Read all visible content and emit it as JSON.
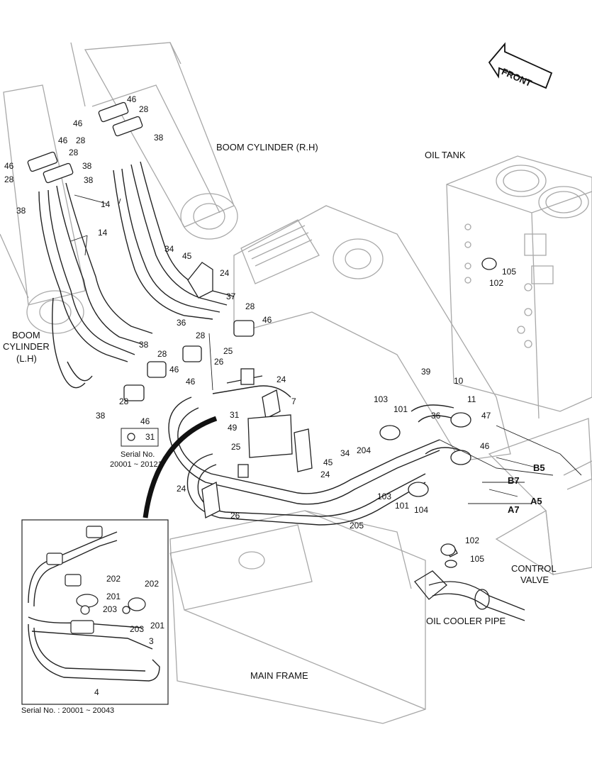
{
  "headings": {
    "boom_rh": "BOOM CYLINDER (R.H)",
    "boom_lh_1": "BOOM",
    "boom_lh_2": "CYLINDER",
    "boom_lh_3": "(L.H)",
    "oil_tank": "OIL TANK",
    "control_valve_1": "CONTROL",
    "control_valve_2": "VALVE",
    "oil_cooler_pipe": "OIL COOLER PIPE",
    "main_frame": "MAIN FRAME",
    "front": "FRONT"
  },
  "ports": {
    "b5": "B5",
    "b7": "B7",
    "a5": "A5",
    "a7": "A7"
  },
  "serials": {
    "serial_label": "Serial No.",
    "serial_range": "20001 ~ 20121",
    "inset_serial": "Serial No. : 20001 ~ 20043"
  },
  "parts": {
    "p46a": "46",
    "p28a": "28",
    "p46b": "46",
    "p38a": "38",
    "p28b": "28",
    "p46c": "46",
    "p28c": "28",
    "p46d": "46",
    "p38b": "38",
    "p38c": "38",
    "p28d": "28",
    "p38d": "38",
    "p14a": "14",
    "p14b": "14",
    "p34a": "34",
    "p45a": "45",
    "p24a": "24",
    "p37": "37",
    "p28e": "28",
    "p46e": "46",
    "p36a": "36",
    "p28f": "28",
    "p38e": "38",
    "p28g": "28",
    "p46f": "46",
    "p25a": "25",
    "p26a": "26",
    "p46g": "46",
    "p24b": "24",
    "p7": "7",
    "p28h": "28",
    "p46h": "46",
    "p38f": "38",
    "p31a": "31",
    "p49": "49",
    "p31b": "31",
    "p25b": "25",
    "p34b": "34",
    "p45b": "45",
    "p24c": "24",
    "p24d": "24",
    "p26b": "26",
    "p39": "39",
    "p10": "10",
    "p11": "11",
    "p103a": "103",
    "p101a": "101",
    "p36b": "36",
    "p47": "47",
    "p204": "204",
    "p46i": "46",
    "p103b": "103",
    "p101b": "101",
    "p104": "104",
    "p205": "205",
    "p105a": "105",
    "p102a": "102",
    "p102b": "102",
    "p105b": "105",
    "p202a": "202",
    "p201a": "201",
    "p202b": "202",
    "p203a": "203",
    "p203b": "203",
    "p201b": "201",
    "p3": "3",
    "p4": "4"
  }
}
